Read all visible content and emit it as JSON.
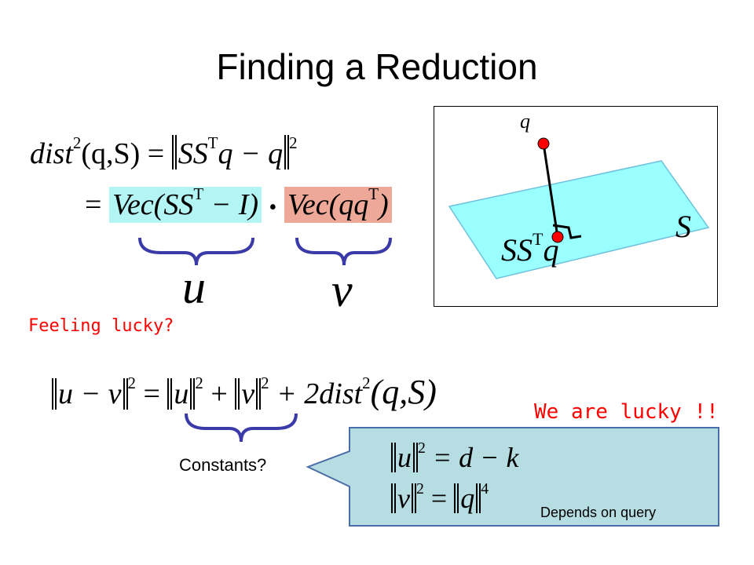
{
  "title": "Finding a Reduction",
  "eq1": {
    "lhs": "dist",
    "sup2": "2",
    "args": "(q,S) =",
    "norm_inner": "SS",
    "T": "T",
    "norm_tail": "q − q",
    "sq": "2"
  },
  "eq2": {
    "eq": "=",
    "vec1": "Vec(SS",
    "T": "T",
    "vec1_tail": " − I)",
    "dot": "•",
    "vec2": "Vec(qq",
    "vec2_tail": ")"
  },
  "brace_labels": {
    "u": "u",
    "v": "v"
  },
  "feeling_lucky": "Feeling lucky?",
  "eq3": {
    "norm_uv": "u − v",
    "sq": "2",
    "eq": "=",
    "u": "u",
    "plus": "+",
    "v": "v",
    "tail": "+ 2dist",
    "args": "(q,S)"
  },
  "we_are_lucky": "We are lucky !!",
  "constants_label": "Constants?",
  "callout": {
    "u": "u",
    "sq": "2",
    "rhs1": "= d − k",
    "v": "v",
    "eq": "=",
    "q": "q",
    "pow4": "4",
    "note": "Depends on query"
  },
  "diagram": {
    "q_label": "q",
    "S_label": "S",
    "proj_label": "SS",
    "T": "T",
    "proj_q": "q"
  },
  "colors": {
    "cyan_highlight": "#b3f5f5",
    "red_highlight": "#eea898",
    "plane": "#99ffff",
    "brace": "#3a3aa8",
    "point": "#ff0000",
    "callout": "#b6dde2",
    "lucky_text": "#ff0000"
  }
}
